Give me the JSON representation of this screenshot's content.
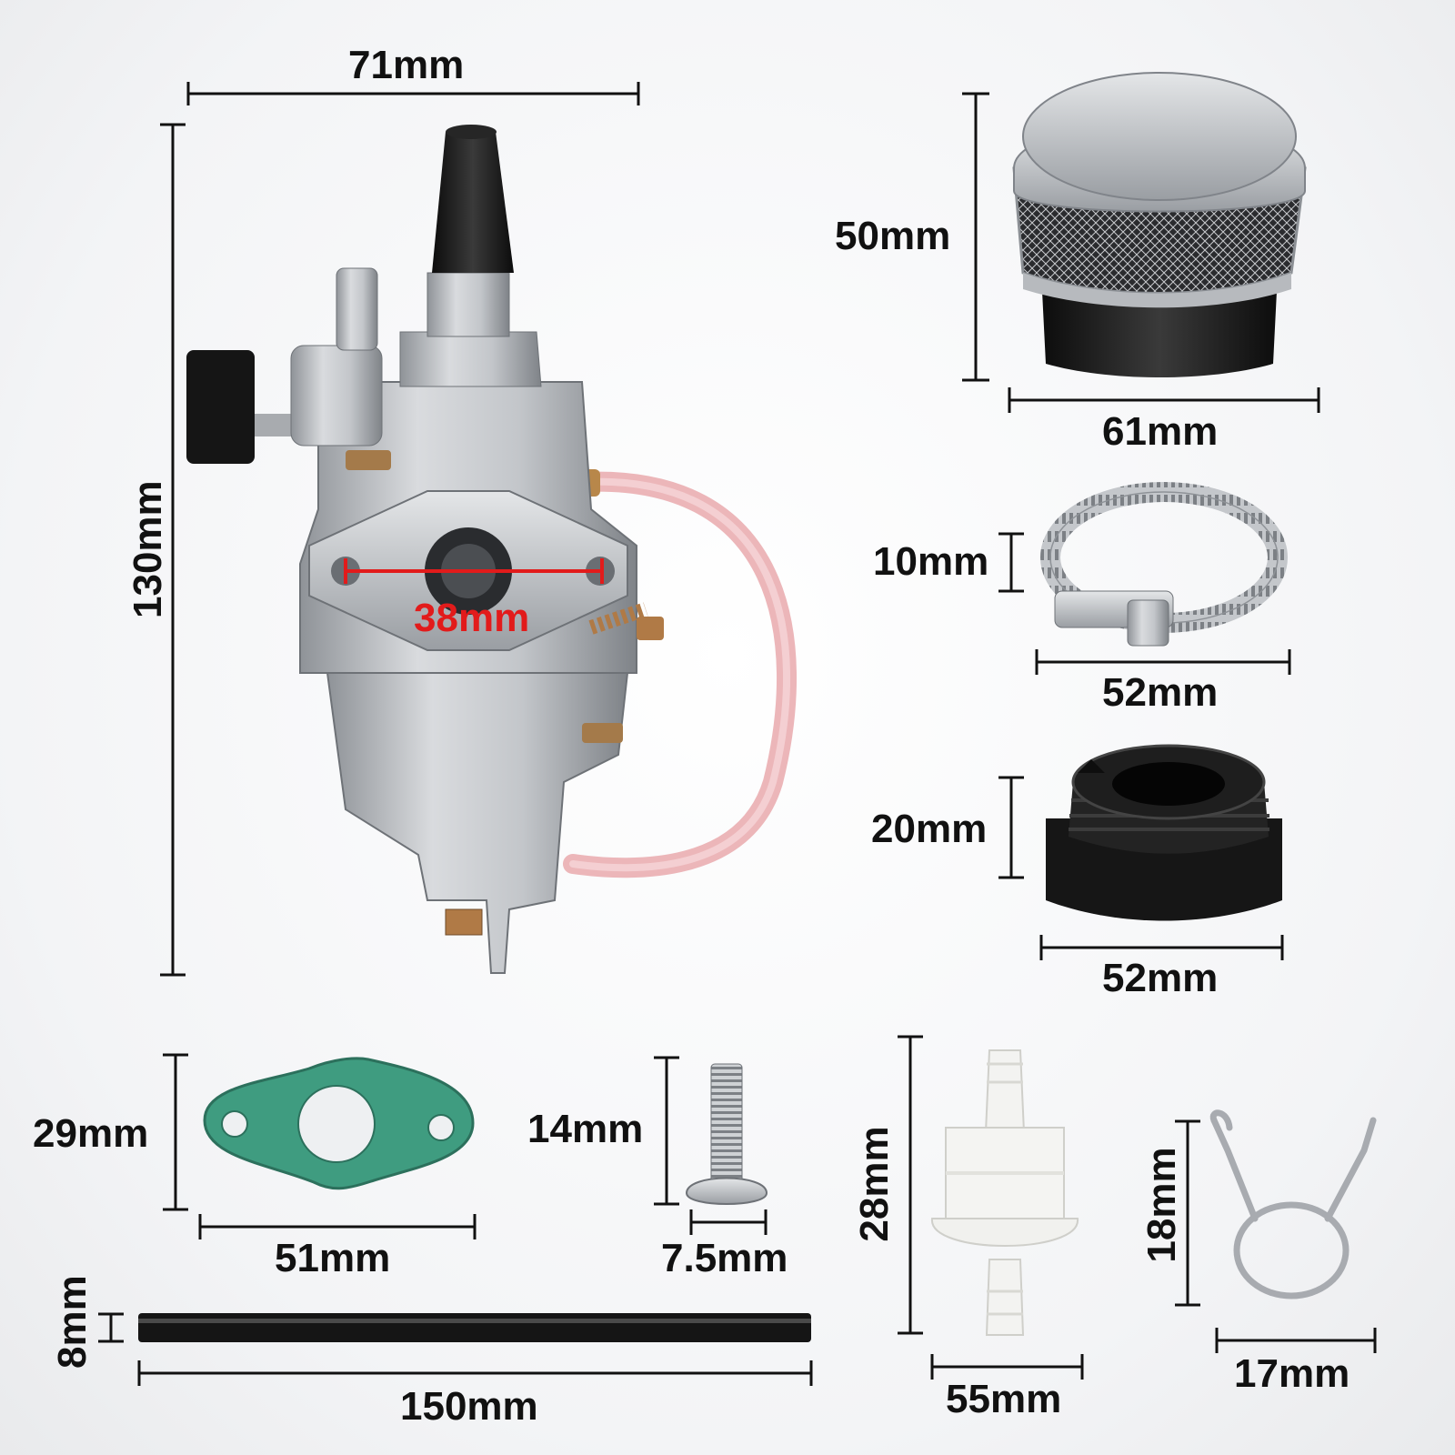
{
  "colors": {
    "dimension_line": "#111111",
    "highlight": "#e21b1b",
    "metal": "#b9bcc0",
    "rubber": "#1a1a1a",
    "gasket": "#3f9c80",
    "fuel_line": "#e9a9ad"
  },
  "parts": {
    "carburetor": {
      "icon": "carburetor-icon",
      "width_label": "71mm",
      "height_label": "130mm",
      "bore_label": "38mm"
    },
    "air_filter": {
      "icon": "air-filter-icon",
      "height_label": "50mm",
      "width_label": "61mm"
    },
    "hose_clamp": {
      "icon": "hose-clamp-icon",
      "height_label": "10mm",
      "width_label": "52mm"
    },
    "intake_adapter": {
      "icon": "intake-adapter-icon",
      "height_label": "20mm",
      "width_label": "52mm"
    },
    "gasket": {
      "icon": "gasket-icon",
      "height_label": "29mm",
      "width_label": "51mm"
    },
    "screw": {
      "icon": "screw-icon",
      "height_label": "14mm",
      "width_label": "7.5mm"
    },
    "fuel_hose": {
      "icon": "fuel-hose-icon",
      "height_label": "8mm",
      "width_label": "150mm"
    },
    "fuel_filter": {
      "icon": "fuel-filter-icon",
      "height_label": "28mm",
      "width_label": "55mm"
    },
    "spring_clip": {
      "icon": "spring-clip-icon",
      "height_label": "18mm",
      "width_label": "17mm"
    }
  }
}
